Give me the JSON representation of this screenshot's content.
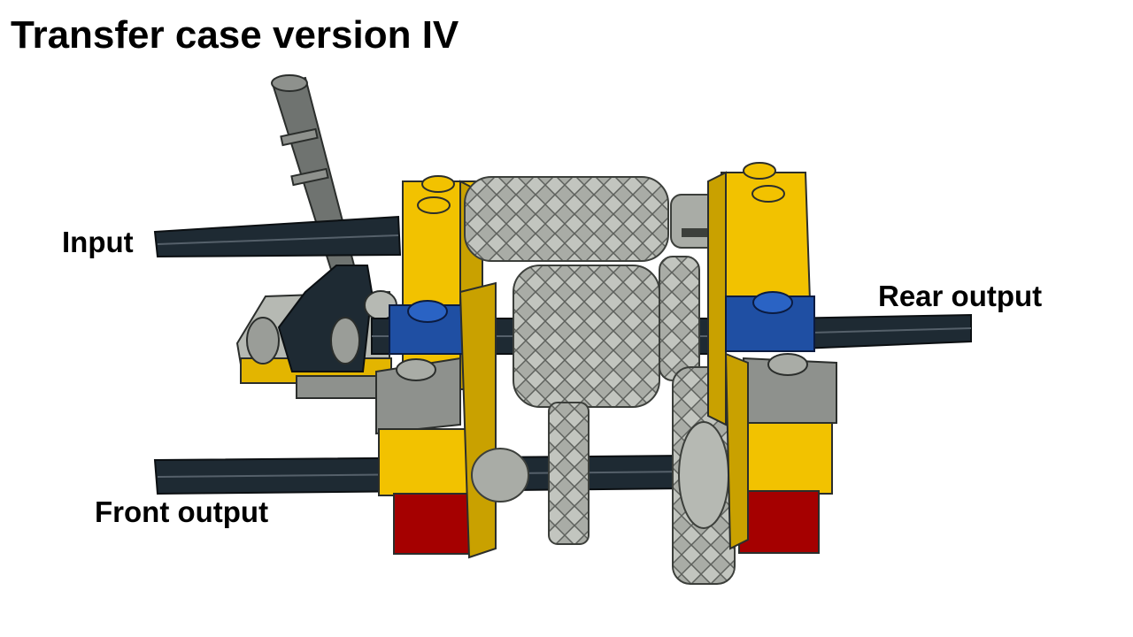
{
  "title": "Transfer case version IV",
  "labels": {
    "input": "Input",
    "rear_output": "Rear output",
    "front_output": "Front output"
  },
  "colors": {
    "yellow_brick": "#F2C200",
    "red_brick": "#A50000",
    "blue_brick": "#1F4FA3",
    "axle_black": "#1E2A33",
    "gear_gray": "#A9ACA6",
    "dark_gray_lever": "#6F7370"
  }
}
